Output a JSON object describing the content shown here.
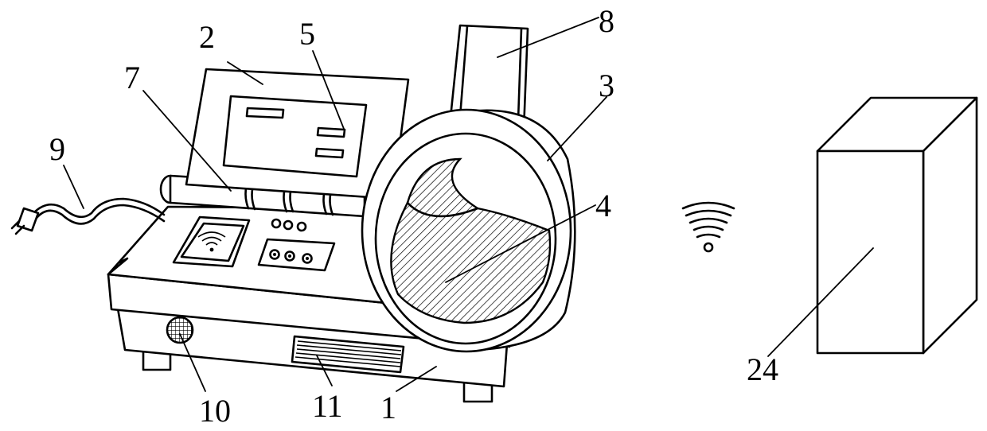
{
  "figure": {
    "callouts": [
      {
        "id": "c1",
        "label": "1"
      },
      {
        "id": "c2",
        "label": "2"
      },
      {
        "id": "c3",
        "label": "3"
      },
      {
        "id": "c4",
        "label": "4"
      },
      {
        "id": "c5",
        "label": "5"
      },
      {
        "id": "c7",
        "label": "7"
      },
      {
        "id": "c8",
        "label": "8"
      },
      {
        "id": "c9",
        "label": "9"
      },
      {
        "id": "c10",
        "label": "10"
      },
      {
        "id": "c11",
        "label": "11"
      },
      {
        "id": "c24",
        "label": "24"
      }
    ],
    "icons": [
      "wifi-icon",
      "power-plug-icon",
      "speaker-grille-icon",
      "vent-icon"
    ],
    "colors": {
      "line": "#000000",
      "background": "#ffffff"
    }
  }
}
